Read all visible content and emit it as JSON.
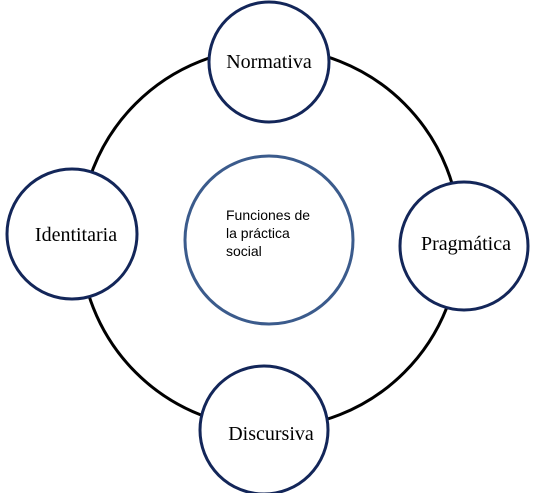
{
  "diagram": {
    "center": {
      "lines": [
        "Funciones de",
        "la práctica",
        "social"
      ]
    },
    "nodes": [
      {
        "id": "normativa",
        "label": "Normativa"
      },
      {
        "id": "pragmatica",
        "label": "Pragmática"
      },
      {
        "id": "discursiva",
        "label": "Discursiva"
      },
      {
        "id": "identitaria",
        "label": "Identitaria"
      }
    ]
  },
  "colors": {
    "node_border": "#132659",
    "center_border": "#3b5b8c",
    "ring_stroke": "#000000",
    "background": "#ffffff"
  }
}
